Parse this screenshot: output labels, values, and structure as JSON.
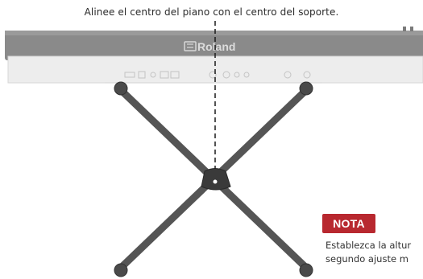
{
  "caption": "Alinee el centro del piano con el centro del soporte.",
  "piano": {
    "brand": "Roland"
  },
  "note": {
    "label": "NOTA",
    "lines": [
      "Establezca la altur",
      "segundo ajuste m"
    ]
  },
  "colors": {
    "piano_body": "#888888",
    "stand": "#5a5a5a",
    "note_badge": "#b8282f"
  }
}
